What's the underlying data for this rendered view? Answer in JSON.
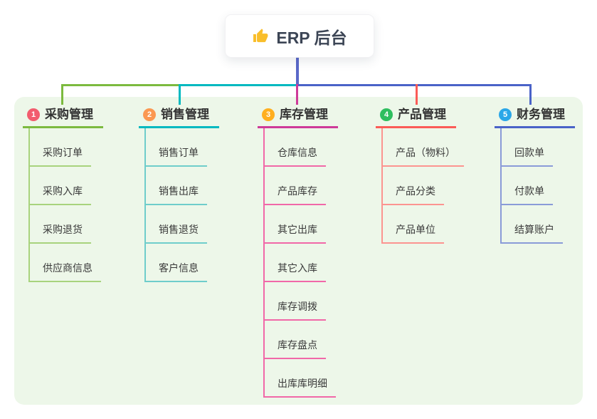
{
  "root": {
    "title": "ERP 后台",
    "icon": "thumbs-up-icon"
  },
  "branches": [
    {
      "index": "1",
      "title": "采购管理",
      "color": "#7CBA3F",
      "light": "#A8D37D",
      "badge": "#F25C6E",
      "children": [
        "采购订单",
        "采购入库",
        "采购退货",
        "供应商信息"
      ]
    },
    {
      "index": "2",
      "title": "销售管理",
      "color": "#00B9C0",
      "light": "#6FCDCB",
      "badge": "#FB9852",
      "children": [
        "销售订单",
        "销售出库",
        "销售退货",
        "客户信息"
      ]
    },
    {
      "index": "3",
      "title": "库存管理",
      "color": "#CE3A99",
      "light": "#F168A8",
      "badge": "#FFAF1F",
      "children": [
        "仓库信息",
        "产品库存",
        "其它出库",
        "其它入库",
        "库存调拨",
        "库存盘点",
        "出库库明细"
      ]
    },
    {
      "index": "4",
      "title": "产品管理",
      "color": "#FB5B57",
      "light": "#FC9490",
      "badge": "#2FBE5F",
      "children": [
        "产品（物料）",
        "产品分类",
        "产品单位"
      ]
    },
    {
      "index": "5",
      "title": "财务管理",
      "color": "#4A63C8",
      "light": "#8A9BD8",
      "badge": "#2BA7E8",
      "children": [
        "回款单",
        "付款单",
        "结算账户"
      ]
    }
  ],
  "colors": {
    "root_line": "#5A68C9",
    "panel_bg": "#EDF7E9",
    "card_bg": "#FFFFFF",
    "title_text": "#333333",
    "child_text": "#3A3A3A",
    "thumb_icon": "#F9BE2B"
  }
}
